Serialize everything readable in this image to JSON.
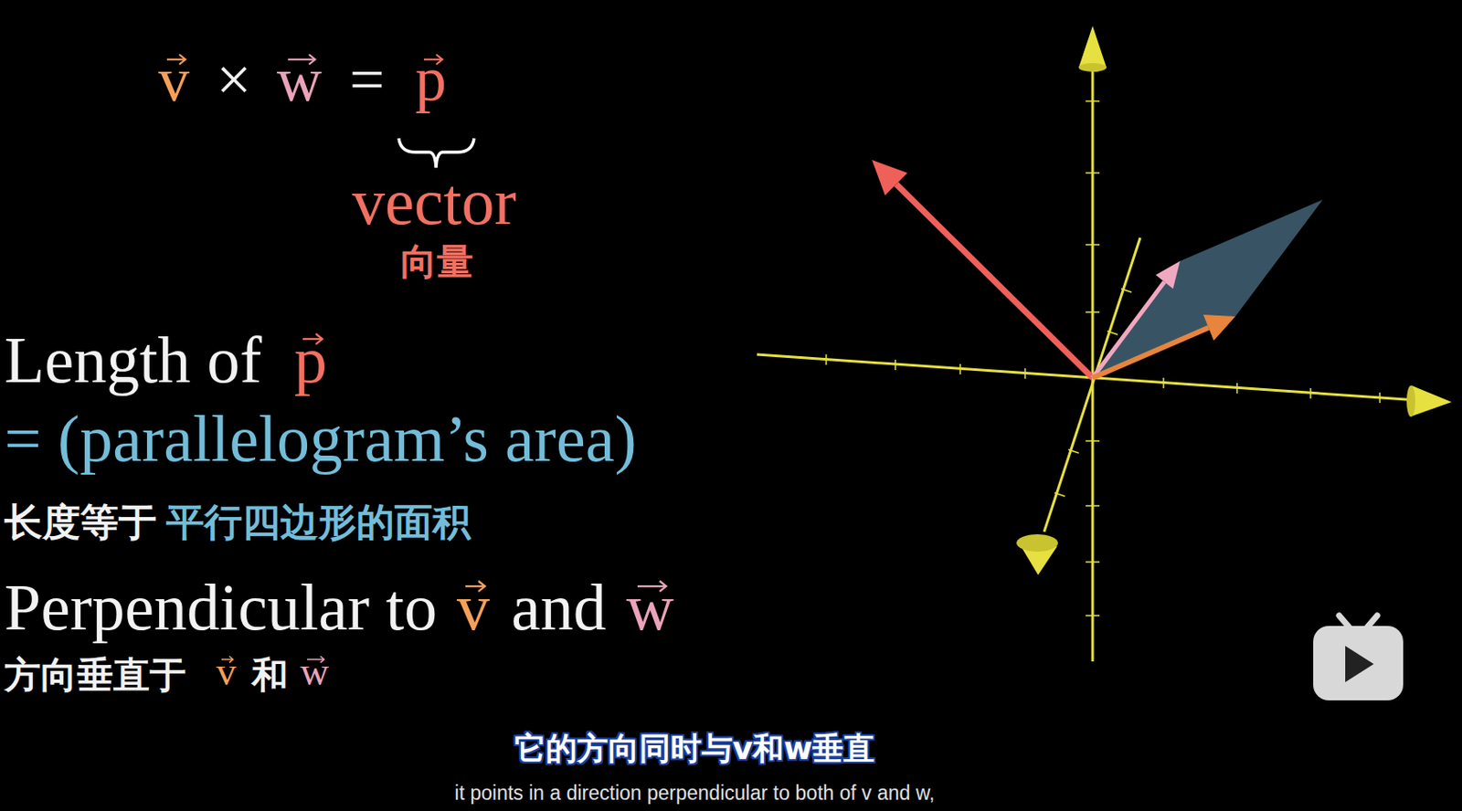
{
  "diagram": {
    "labels": [
      "v",
      "×",
      "w",
      "=",
      "p",
      "vector",
      "向量",
      "Length of",
      "p",
      "= (parallelogram’s area)",
      "长度等于",
      "平行四边形的面积",
      "Perpendicular to",
      "v",
      "and",
      "w",
      "方向垂直于",
      "v",
      "和",
      "w",
      "它的方向同时与v和w垂直",
      "it points in a direction perpendicular to both of v and w,"
    ]
  }
}
